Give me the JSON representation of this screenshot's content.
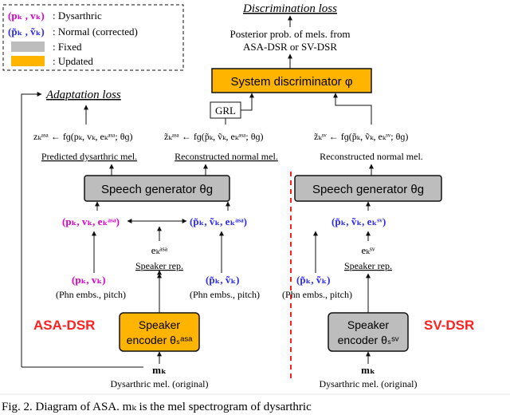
{
  "colors": {
    "magenta": "#e000c8",
    "blue": "#2a2aff",
    "red": "#ff2020",
    "orange": "#ffb400",
    "gray": "#bdbdbd",
    "black": "#111111"
  },
  "legend": {
    "dysarthric_sym": "(pₖ , vₖ)",
    "dysarthric_label": ": Dysarthric",
    "normal_sym": "(p̃ₖ , ṽₖ)",
    "normal_label": ": Normal (corrected)",
    "fixed_label": ": Fixed",
    "updated_label": ": Updated"
  },
  "top": {
    "discrimination_loss": "Discrimination loss",
    "posterior_line1": "Posterior prob. of mels. from",
    "posterior_line2": "ASA-DSR or SV-DSR",
    "system_discriminator": "System discriminator φ",
    "grl": "GRL",
    "adaptation_loss": "Adaptation loss"
  },
  "left": {
    "eq_predicted": "zₖᵃˢᵃ ← fɡ(pₖ, vₖ, eₖᵃˢᵃ; θɡ)",
    "predicted_label": "Predicted dysarthric mel.",
    "eq_reconstructed": "z̃ₖᵃˢᵃ ← fɡ(p̃ₖ, ṽₖ, eₖᵃˢᵃ; θɡ)",
    "reconstructed_label": "Reconstructed normal mel.",
    "speech_generator": "Speech generator θɡ",
    "tuple_left": "(pₖ, vₖ, eₖᵃˢᵃ)",
    "tuple_right": "(p̃ₖ, ṽₖ, eₖᵃˢᵃ)",
    "emb": "eₖᵃˢᵃ",
    "speaker_rep": "Speaker rep.",
    "pv_left": "(pₖ, vₖ)",
    "pv_right": "(p̃ₖ, ṽₖ)",
    "phn_left": "(Phn embs., pitch)",
    "phn_right": "(Phn embs., pitch)",
    "system_label": "ASA-DSR",
    "encoder_line1": "Speaker",
    "encoder_line2": "encoder θₛᵃˢᵃ",
    "mel": "mₖ",
    "mel_label": "Dysarthric mel. (original)"
  },
  "right": {
    "eq_reconstructed": "z̃ₖˢᵛ ← fɡ(p̃ₖ, ṽₖ, eₖˢᵛ; θɡ)",
    "reconstructed_label": "Reconstructed normal mel.",
    "speech_generator": "Speech generator θɡ",
    "tuple": "(p̃ₖ, ṽₖ, eₖˢᵛ)",
    "emb": "eₖˢᵛ",
    "speaker_rep": "Speaker rep.",
    "pv": "(p̃ₖ, ṽₖ)",
    "phn": "(Phn embs., pitch)",
    "system_label": "SV-DSR",
    "encoder_line1": "Speaker",
    "encoder_line2": "encoder θₛˢᵛ",
    "mel": "mₖ",
    "mel_label": "Dysarthric mel. (original)"
  },
  "caption": "Fig. 2.  Diagram of ASA. mₖ is the mel spectrogram of dysarthric"
}
